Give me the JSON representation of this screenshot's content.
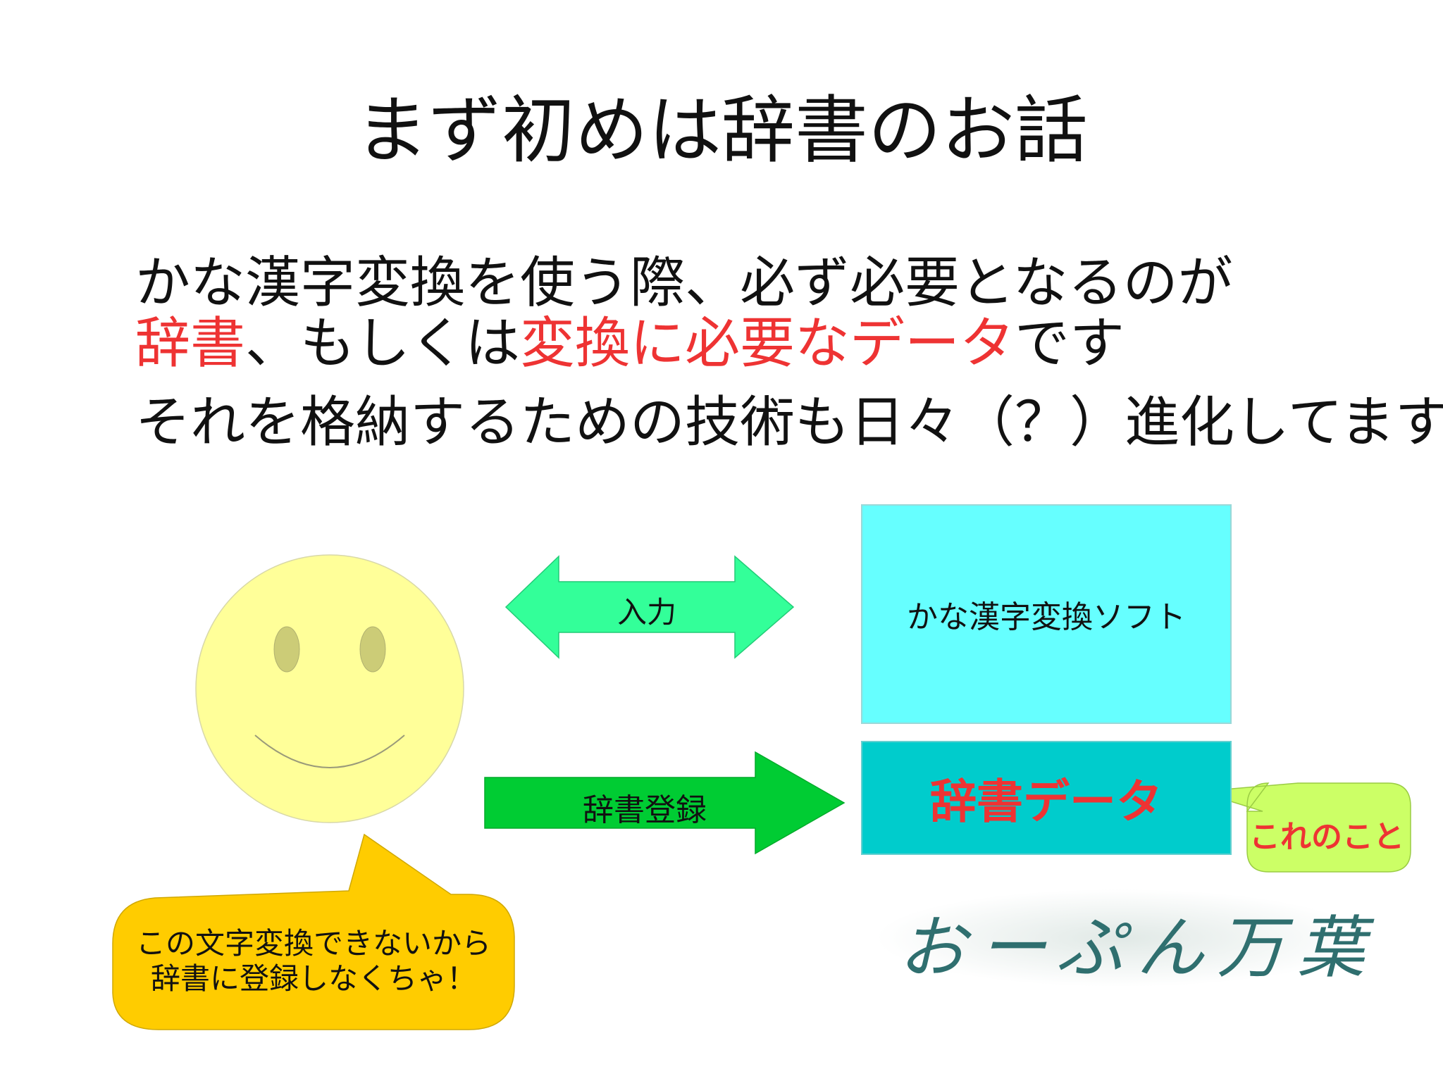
{
  "title": "まず初めは辞書のお話",
  "intro": {
    "line1": "かな漢字変換を使う際、必ず必要となるのが",
    "line2_parts": [
      "辞書",
      "、もしくは",
      "変換に必要なデータ",
      "です"
    ],
    "line3": "それを格納するための技術も日々（？）進化してます"
  },
  "diagram": {
    "arrow_input_label": "入力",
    "arrow_register_label": "辞書登録",
    "software_box_label": "かな漢字変換ソフト",
    "dict_box_label": "辞書データ",
    "callout_this": "これのこと",
    "user_bubble_lines": [
      "この文字変換できないから",
      "辞書に登録しなくちゃ！"
    ],
    "logo_text": "おーぷん万葉"
  },
  "colors": {
    "highlight": "#ee3333",
    "face": "#ffff99",
    "eyes": "#cccc77",
    "software_box": "#66ffff",
    "dict_box": "#00cccc",
    "arrow_input": "#33ff99",
    "arrow_register": "#00cc33",
    "user_bubble": "#ffcc00",
    "callout_bubble": "#ccff66"
  }
}
